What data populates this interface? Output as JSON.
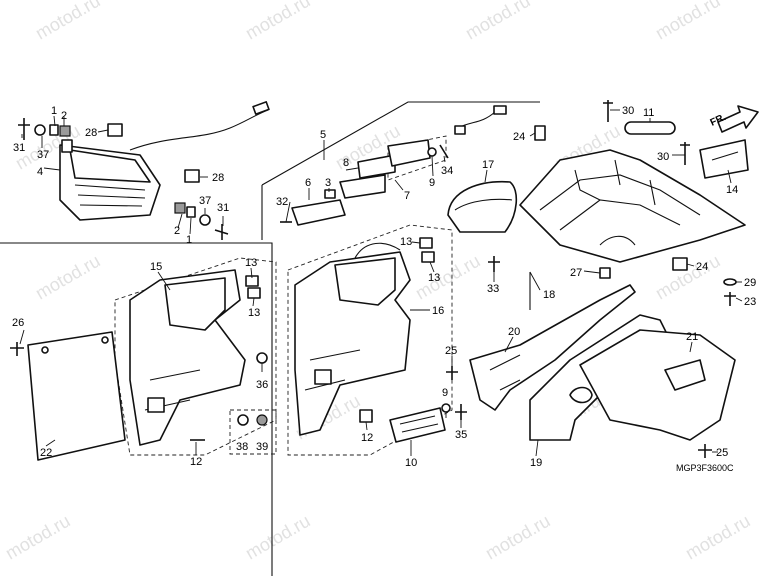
{
  "watermark": "motod.ru",
  "diagram_code": "MGP3F3600C",
  "direction_label": "FR.",
  "callouts": {
    "c1a": "1",
    "c1b": "1",
    "c2a": "2",
    "c2b": "2",
    "c3": "3",
    "c4": "4",
    "c5": "5",
    "c6": "6",
    "c7": "7",
    "c8": "8",
    "c9a": "9",
    "c9b": "9",
    "c10": "10",
    "c11": "11",
    "c12a": "12",
    "c12b": "12",
    "c13a": "13",
    "c13b": "13",
    "c13c": "13",
    "c13d": "13",
    "c14": "14",
    "c15": "15",
    "c16": "16",
    "c17": "17",
    "c18": "18",
    "c19": "19",
    "c20": "20",
    "c21": "21",
    "c22": "22",
    "c23": "23",
    "c24a": "24",
    "c24b": "24",
    "c25a": "25",
    "c25b": "25",
    "c26": "26",
    "c27": "27",
    "c28a": "28",
    "c28b": "28",
    "c29": "29",
    "c30a": "30",
    "c30b": "30",
    "c31a": "31",
    "c31b": "31",
    "c32": "32",
    "c33": "33",
    "c34": "34",
    "c35": "35",
    "c36": "36",
    "c37a": "37",
    "c37b": "37",
    "c38": "38",
    "c39": "39"
  }
}
